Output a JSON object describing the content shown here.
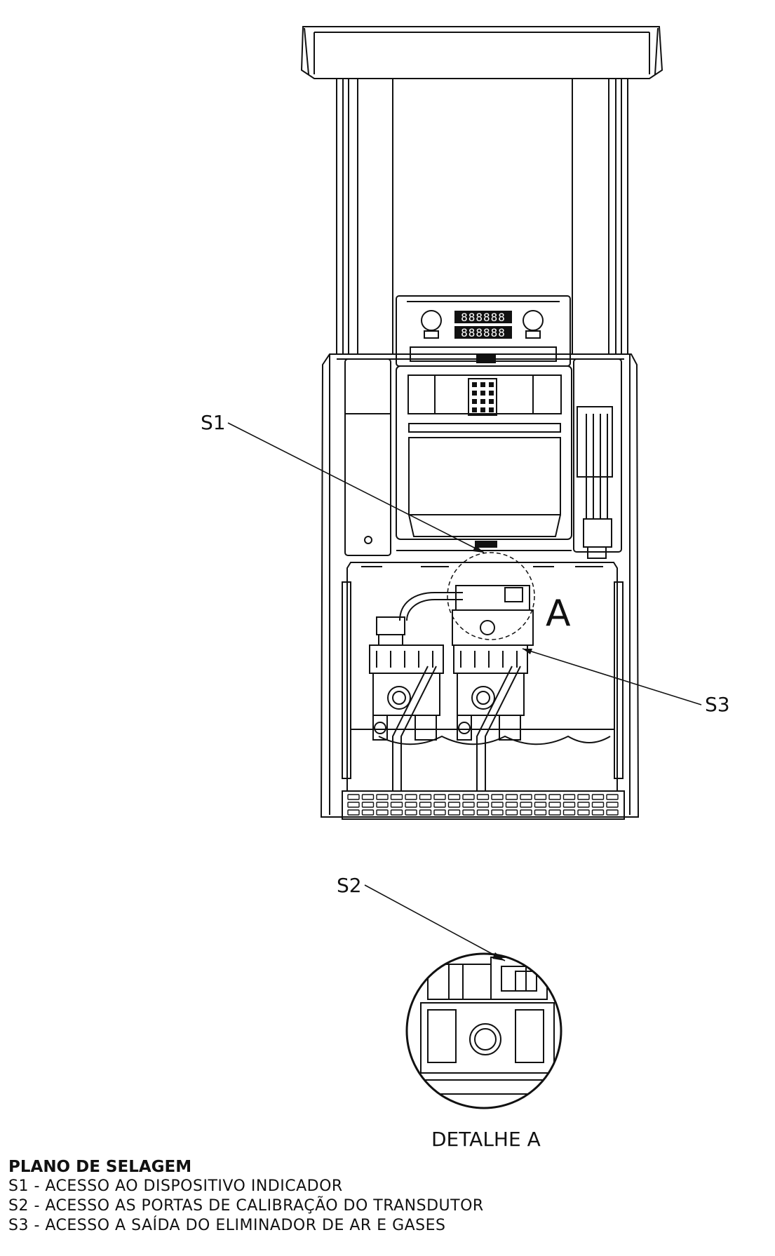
{
  "callouts": {
    "s1": "S1",
    "s2": "S2",
    "s3": "S3",
    "detail_marker": "A"
  },
  "display": {
    "upper_digits": "888888",
    "lower_digits": "888888"
  },
  "detail_caption": "DETALHE A",
  "legend": {
    "title": "PLANO DE SELAGEM",
    "items": [
      "S1 - ACESSO AO DISPOSITIVO INDICADOR",
      "S2 - ACESSO AS PORTAS DE CALIBRAÇÃO DO TRANSDUTOR",
      "S3 - ACESSO A SAÍDA DO ELIMINADOR DE AR E GASES"
    ]
  }
}
